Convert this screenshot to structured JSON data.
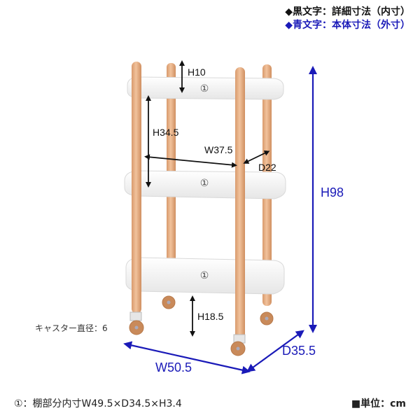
{
  "legend": {
    "black_text": "◆黒文字：詳細寸法（内寸）",
    "blue_text": "◆青文字：本体寸法（外寸）"
  },
  "dimensions": {
    "inner": {
      "top_rim_height": "H10",
      "shelf_gap": "H34.5",
      "inner_width": "W37.5",
      "inner_depth": "D22",
      "bottom_clearance": "H18.5"
    },
    "outer": {
      "height": "H98",
      "width": "W50.5",
      "depth": "D35.5"
    },
    "shelf_marker": "①"
  },
  "caster_note": "キャスター直径：6",
  "footer": {
    "shelf_note": "①：棚部分内寸W49.5×D34.5×H3.4",
    "unit": "■単位：cm"
  },
  "colors": {
    "inner_dim": "#111111",
    "outer_dim": "#1a1ab8",
    "wood": "#e9b58c",
    "tray": "#f4f4f4"
  }
}
